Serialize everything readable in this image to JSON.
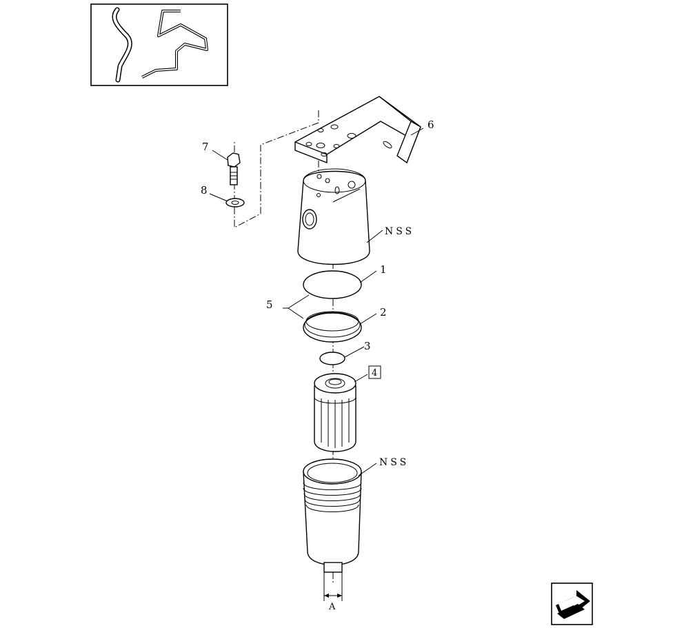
{
  "callouts": {
    "c1": "1",
    "c2": "2",
    "c3": "3",
    "c4": "4",
    "c5": "5",
    "c6": "6",
    "c7": "7",
    "c8": "8"
  },
  "notes": {
    "nss_top": "NSS",
    "nss_bottom": "NSS",
    "dim_a": "A"
  },
  "icons": {
    "overview": "hose-and-pipes-overview-icon",
    "nav": "next-page-arrow-icon"
  }
}
